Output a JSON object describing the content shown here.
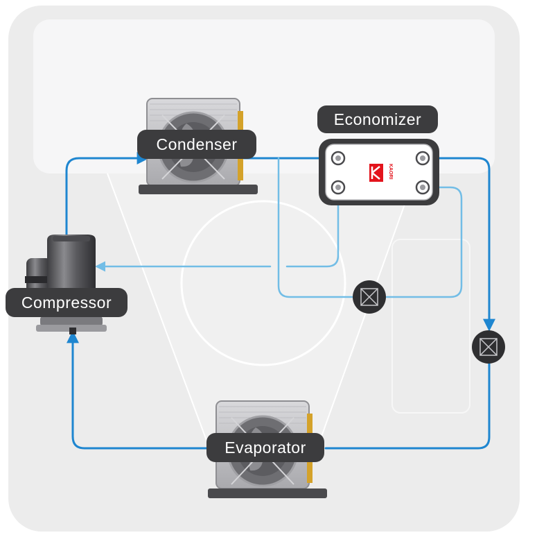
{
  "labels": {
    "condenser": "Condenser",
    "economizer": "Economizer",
    "compressor": "Compressor",
    "evaporator": "Evaporator"
  },
  "economizer_logo": "KAORI",
  "colors": {
    "panel_bg": "#ececec",
    "inner_panel": "#f4f4f5",
    "label_bg": "#3c3c3e",
    "pipe_dark": "#1e86d0",
    "pipe_light": "#72bde6",
    "valve": "#2f2f31",
    "logo_red": "#e3141c"
  },
  "icons": [
    "condenser-unit-icon",
    "economizer-plate-icon",
    "compressor-icon",
    "evaporator-unit-icon",
    "expansion-valve-icon"
  ]
}
